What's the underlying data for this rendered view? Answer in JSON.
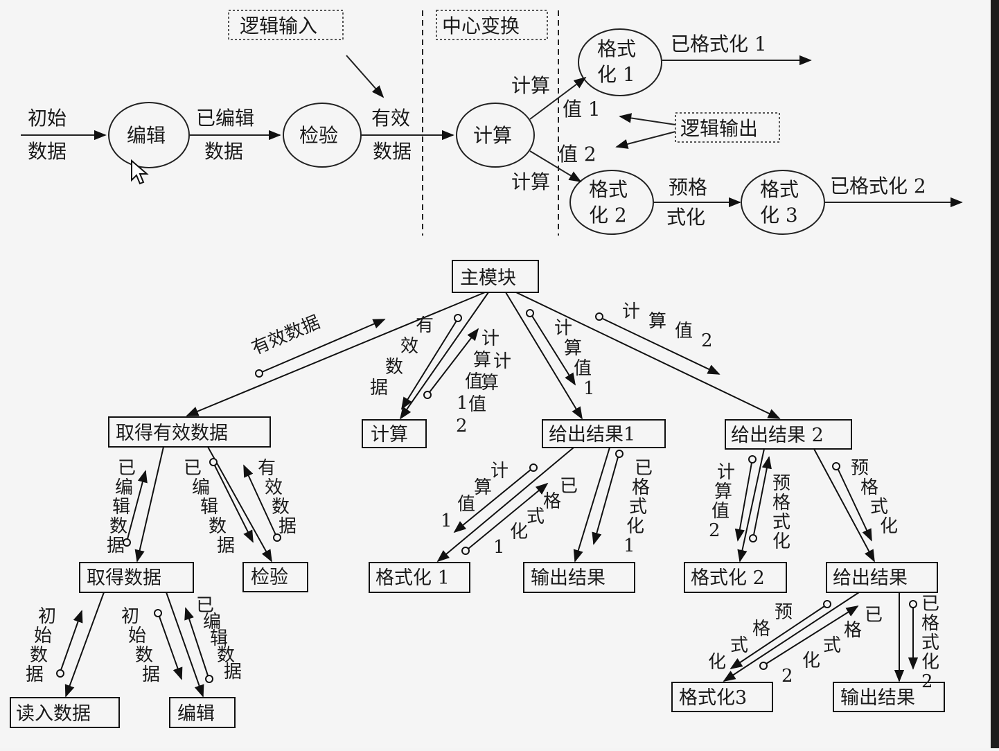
{
  "dfd": {
    "annotations": {
      "logic_input": "逻辑输入",
      "center_transform": "中心变换",
      "logic_output": "逻辑输出"
    },
    "flows": {
      "initial_line1": "初始",
      "initial_line2": "数据",
      "edited_line1": "已编辑",
      "edited_line2": "数据",
      "valid_line1": "有效",
      "valid_line2": "数据",
      "calc_top": "计算",
      "calc_bottom": "计算",
      "value1": "值 1",
      "value2": "值 2",
      "formatted1": "已格式化 1",
      "formatted2": "已格式化 2",
      "preformat_line1": "预格",
      "preformat_line2": "式化"
    },
    "bubbles": {
      "edit": "编辑",
      "check": "检验",
      "calculate": "计算",
      "format1_line1": "格式",
      "format1_line2": "化 1",
      "format2_line1": "格式",
      "format2_line2": "化 2",
      "format3_line1": "格式",
      "format3_line2": "化 3"
    }
  },
  "structure_chart": {
    "modules": {
      "main": "主模块",
      "get_valid": "取得有效数据",
      "calculate": "计算",
      "output1": "给出结果1",
      "output2": "给出结果 2",
      "get_data": "取得数据",
      "check": "检验",
      "format1": "格式化 1",
      "print1": "输出结果",
      "format2": "格式化 2",
      "give_result": "给出结果",
      "read_data": "读入数据",
      "edit": "编辑",
      "format3": "格式化3",
      "print2": "输出结果"
    },
    "couples": {
      "valid_data": "有效数据",
      "valid_data_v": [
        "有",
        "效",
        "数",
        "据"
      ],
      "calc_val1_a": [
        "计",
        "算",
        "值",
        "1"
      ],
      "calc_val2_a": [
        "计",
        "算",
        "值",
        "2"
      ],
      "calc_val1_b": [
        "计",
        "算",
        "值",
        "1"
      ],
      "calc_val2_b": [
        "计",
        "算",
        "值",
        "2"
      ],
      "edited_data_up": [
        "已",
        "编",
        "辑",
        "数",
        "据"
      ],
      "edited_data_down": [
        "已",
        "编",
        "辑",
        "数",
        "据"
      ],
      "valid_data_up": [
        "有",
        "效",
        "数",
        "据"
      ],
      "calc_val1_c": [
        "计",
        "算",
        "值",
        "1"
      ],
      "formatted1": [
        "已",
        "格",
        "式",
        "化",
        "1"
      ],
      "formatted1_b": [
        "已",
        "格",
        "式",
        "化",
        "1"
      ],
      "calc_val2_c": [
        "计",
        "算",
        "值",
        "2"
      ],
      "preformat_up": [
        "预",
        "格",
        "式",
        "化"
      ],
      "preformat_down": [
        "预",
        "格",
        "式",
        "化"
      ],
      "initial_data_up": [
        "初",
        "始",
        "数",
        "据"
      ],
      "initial_data_down": [
        "初",
        "始",
        "数",
        "据"
      ],
      "edited_data_up2": [
        "已",
        "编",
        "辑",
        "数",
        "据"
      ],
      "preformat_c": [
        "预",
        "格",
        "式",
        "化"
      ],
      "formatted2": [
        "已",
        "格",
        "式",
        "化",
        "2"
      ],
      "formatted2_b": [
        "已",
        "格",
        "式",
        "化",
        "2"
      ]
    }
  }
}
